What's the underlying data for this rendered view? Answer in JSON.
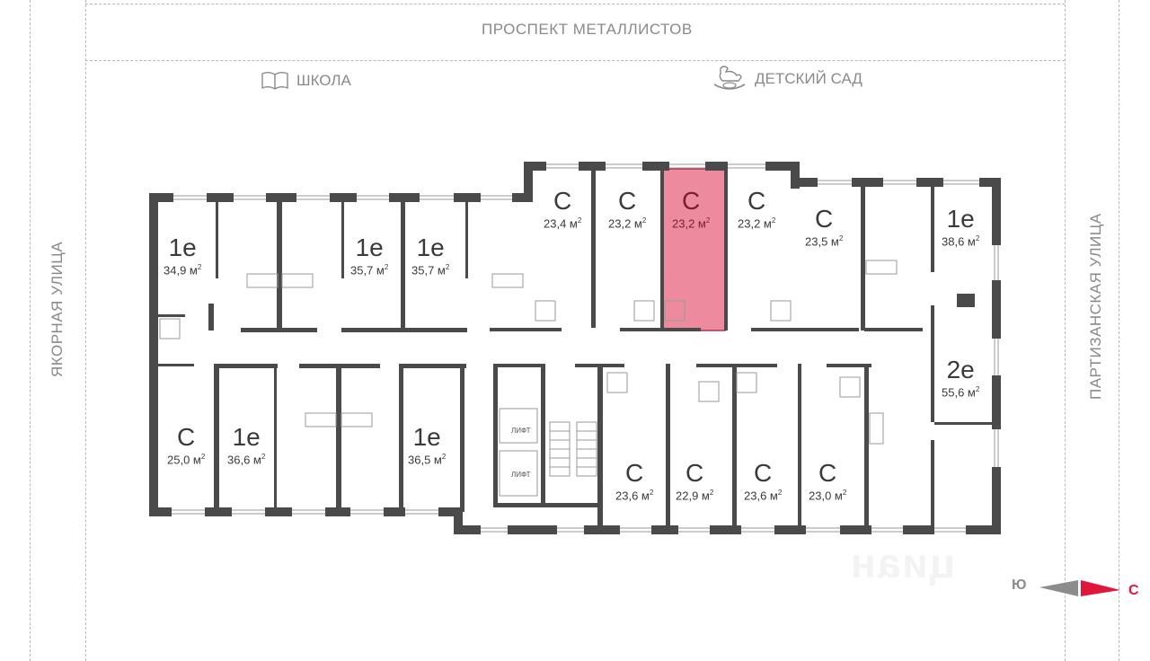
{
  "streets": {
    "top": "ПРОСПЕКТ МЕТАЛЛИСТОВ",
    "left": "ЯКОРНАЯ УЛИЦА",
    "right": "ПАРТИЗАНСКАЯ УЛИЦА"
  },
  "points_of_interest": [
    {
      "label": "ШКОЛА",
      "icon": "book-icon"
    },
    {
      "label": "ДЕТСКИЙ САД",
      "icon": "rocking-horse-icon"
    }
  ],
  "units": [
    {
      "type": "1е",
      "area": "34,9 м",
      "selected": false
    },
    {
      "type": "1е",
      "area": "35,7 м",
      "selected": false
    },
    {
      "type": "1е",
      "area": "35,7 м",
      "selected": false
    },
    {
      "type": "С",
      "area": "23,4 м",
      "selected": false
    },
    {
      "type": "С",
      "area": "23,2 м",
      "selected": false
    },
    {
      "type": "С",
      "area": "23,2 м",
      "selected": true
    },
    {
      "type": "С",
      "area": "23,2 м",
      "selected": false
    },
    {
      "type": "С",
      "area": "23,5 м",
      "selected": false
    },
    {
      "type": "1е",
      "area": "38,6 м",
      "selected": false
    },
    {
      "type": "2е",
      "area": "55,6 м",
      "selected": false
    },
    {
      "type": "С",
      "area": "25,0 м",
      "selected": false
    },
    {
      "type": "1е",
      "area": "36,6 м",
      "selected": false
    },
    {
      "type": "1е",
      "area": "36,5 м",
      "selected": false
    },
    {
      "type": "С",
      "area": "23,6 м",
      "selected": false
    },
    {
      "type": "С",
      "area": "22,9 м",
      "selected": false
    },
    {
      "type": "С",
      "area": "23,6 м",
      "selected": false
    },
    {
      "type": "С",
      "area": "23,0 м",
      "selected": false
    }
  ],
  "area_unit_sup": "2",
  "lifts": [
    "ЛИФТ",
    "ЛИФТ"
  ],
  "compass": {
    "south": "Ю",
    "north": "С",
    "south_color": "#8c8c8c",
    "north_color": "#e0173d"
  },
  "watermark": "циан",
  "colors": {
    "wall": "#4a4a4a",
    "selected_fill": "#ee8a9d",
    "selected_stroke": "#b23350"
  }
}
